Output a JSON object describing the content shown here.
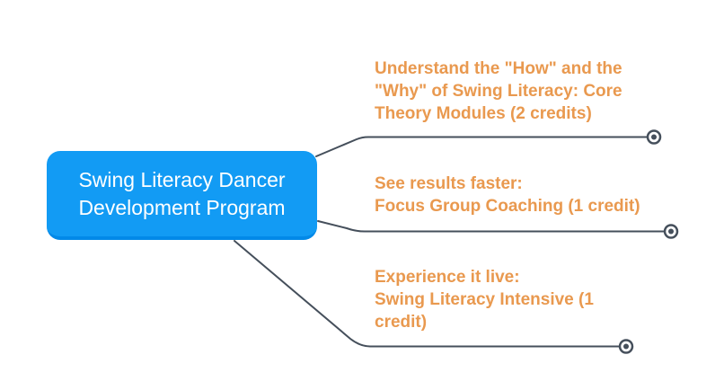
{
  "colors": {
    "background": "#ffffff",
    "node_fill": "#129bf4",
    "node_edge": "#0289e8",
    "node_text": "#ffffff",
    "branch_text": "#e9994f",
    "connector": "#454f5b"
  },
  "root": {
    "label": "Swing Literacy Dancer Development Program",
    "lines": [
      "Swing Literacy Dancer",
      "Development Program"
    ]
  },
  "branches": [
    {
      "label": "Understand the \"How\" and the \"Why\" of Swing Literacy: Core Theory Modules (2 credits)",
      "lines": [
        "Understand the \"How\" and the",
        "\"Why\" of Swing Literacy: Core",
        "Theory Modules (2 credits)"
      ],
      "endpoint_icon": "target-circle-icon"
    },
    {
      "label": "See results faster: Focus Group Coaching (1 credit)",
      "lines": [
        "See results faster:",
        "Focus Group Coaching (1 credit)"
      ],
      "endpoint_icon": "target-circle-icon"
    },
    {
      "label": "Experience it live: Swing Literacy Intensive (1 credit)",
      "lines": [
        "Experience it live:",
        "Swing Literacy Intensive (1",
        "credit)"
      ],
      "endpoint_icon": "target-circle-icon"
    }
  ]
}
